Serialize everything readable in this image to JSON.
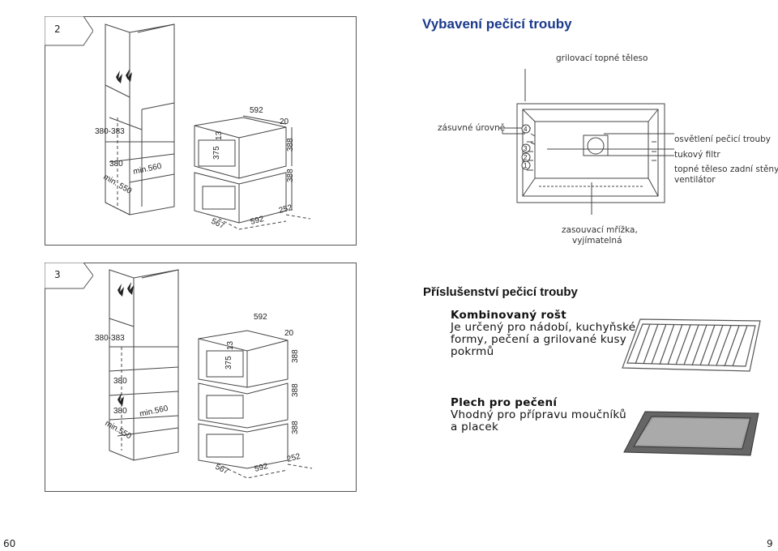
{
  "figure2": {
    "number": "2",
    "dims": {
      "cab_h1": "380-383",
      "cab_h2": "380",
      "min560": "min.560",
      "min550": "min. 550",
      "w592": "592",
      "d20": "20",
      "h13": "13",
      "h375": "375",
      "h388a": "388",
      "h388b": "388",
      "w567": "567",
      "w592b": "592",
      "d252": "252"
    }
  },
  "figure3": {
    "number": "3",
    "dims": {
      "cab_h1": "380-383",
      "cab_h2": "380",
      "cab_h3": "380",
      "min560": "min.560",
      "min550": "min.550",
      "w592": "592",
      "d20": "20",
      "h13": "13",
      "h375": "375",
      "h388a": "388",
      "h388b": "388",
      "h388c": "388",
      "w567": "567",
      "w592b": "592",
      "d252": "252"
    }
  },
  "section1": {
    "title": "Vybavení pečicí trouby",
    "labels": {
      "grill": "grilovací topné těleso",
      "levels": "zásuvné úrovně",
      "light": "osvětlení pečicí trouby",
      "filter": "tukový filtr",
      "rear1": "topné těleso zadní stěny,",
      "rear2": "ventilátor",
      "rack1": "zasouvací mřížka,",
      "rack2": "vyjímatelná"
    },
    "levels": [
      "4",
      "3",
      "2",
      "1"
    ]
  },
  "section2": {
    "title": "Příslušenství pečicí trouby",
    "item1": {
      "heading": "Kombinovaný rošt",
      "line1": "Je určený pro nádobí, kuchyňské",
      "line2": "formy, pečení a grilované kusy",
      "line3": "pokrmů"
    },
    "item2": {
      "heading": "Plech pro pečení",
      "line1": "Vhodný pro přípravu moučníků",
      "line2": "a placek"
    }
  },
  "footer": {
    "left": "60",
    "right": "9"
  }
}
